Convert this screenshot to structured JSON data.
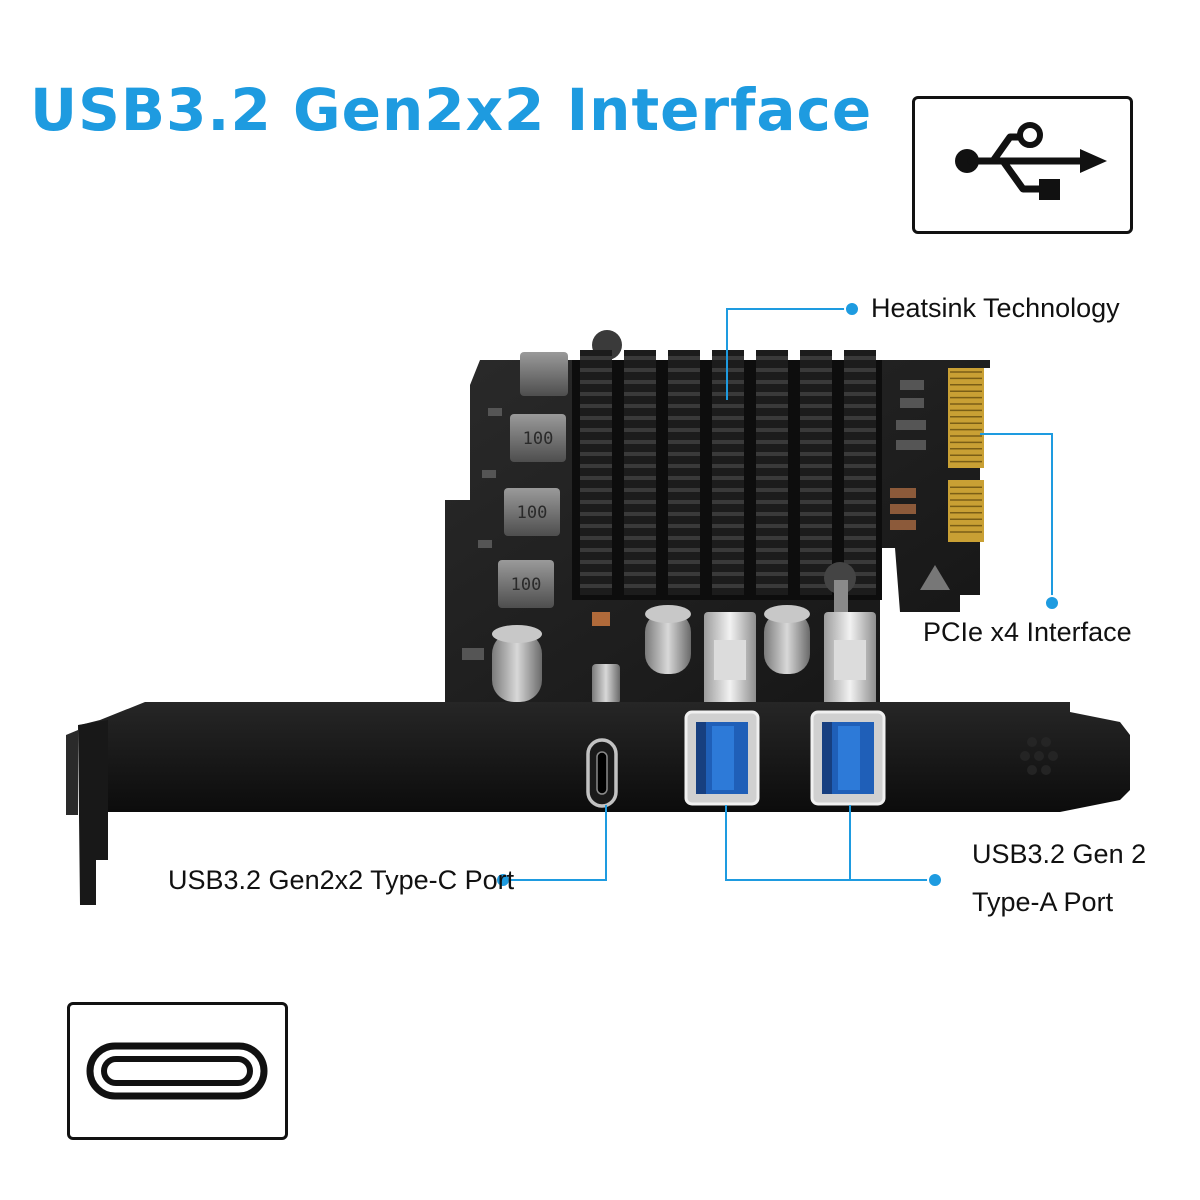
{
  "title": "USB3.2 Gen2x2 Interface",
  "callouts": {
    "heatsink": "Heatsink Technology",
    "pcie": "PCIe x4 Interface",
    "typec": "USB3.2 Gen2x2 Type-C Port",
    "typea_line1": "USB3.2 Gen 2",
    "typea_line2": "Type-A Port"
  },
  "icons": {
    "usb": "usb-trident-icon",
    "typec": "usb-type-c-port-icon"
  },
  "colors": {
    "title": "#1e9be0",
    "leader_line": "#1e9be0",
    "card_pcb": "#1c1c1c",
    "heatsink": "#0e0e0e",
    "bracket": "#161616",
    "gold_contacts": "#d2a63a",
    "usb_blue": "#1f5fb8"
  }
}
